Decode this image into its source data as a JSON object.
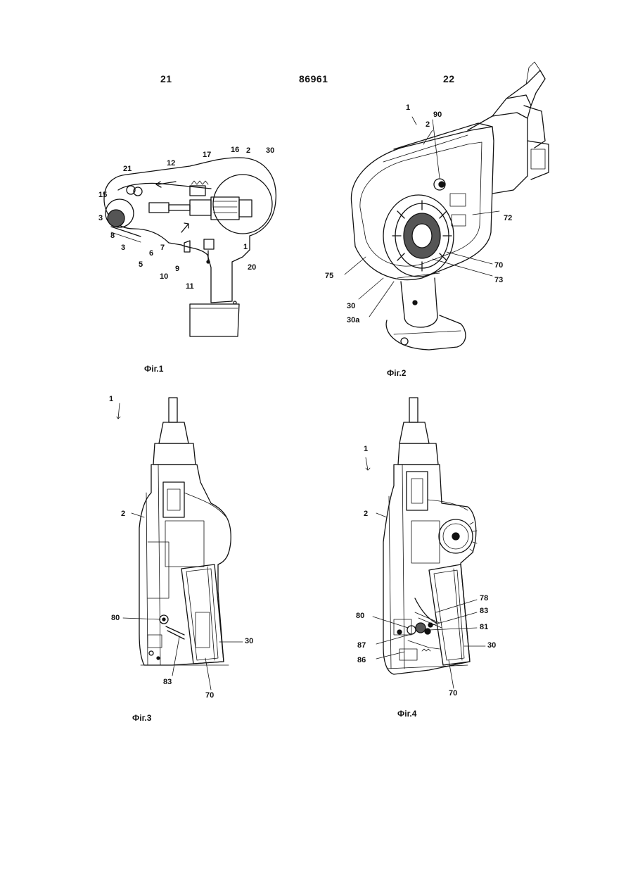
{
  "header": {
    "left_page": "21",
    "patent_number": "86961",
    "right_page": "22"
  },
  "figures": [
    {
      "caption": "Фіг.1",
      "labels": [
        "21",
        "12",
        "17",
        "16",
        "2",
        "30",
        "15",
        "3",
        "8",
        "3",
        "5",
        "6",
        "7",
        "9",
        "10",
        "11",
        "1",
        "20"
      ]
    },
    {
      "caption": "Фіг.2",
      "labels": [
        "1",
        "90",
        "2",
        "72",
        "70",
        "73",
        "75",
        "30",
        "30a"
      ]
    },
    {
      "caption": "Фіг.3",
      "labels": [
        "1",
        "2",
        "80",
        "83",
        "70",
        "30"
      ]
    },
    {
      "caption": "Фіг.4",
      "labels": [
        "1",
        "2",
        "78",
        "83",
        "80",
        "81",
        "87",
        "86",
        "30",
        "70"
      ]
    }
  ]
}
